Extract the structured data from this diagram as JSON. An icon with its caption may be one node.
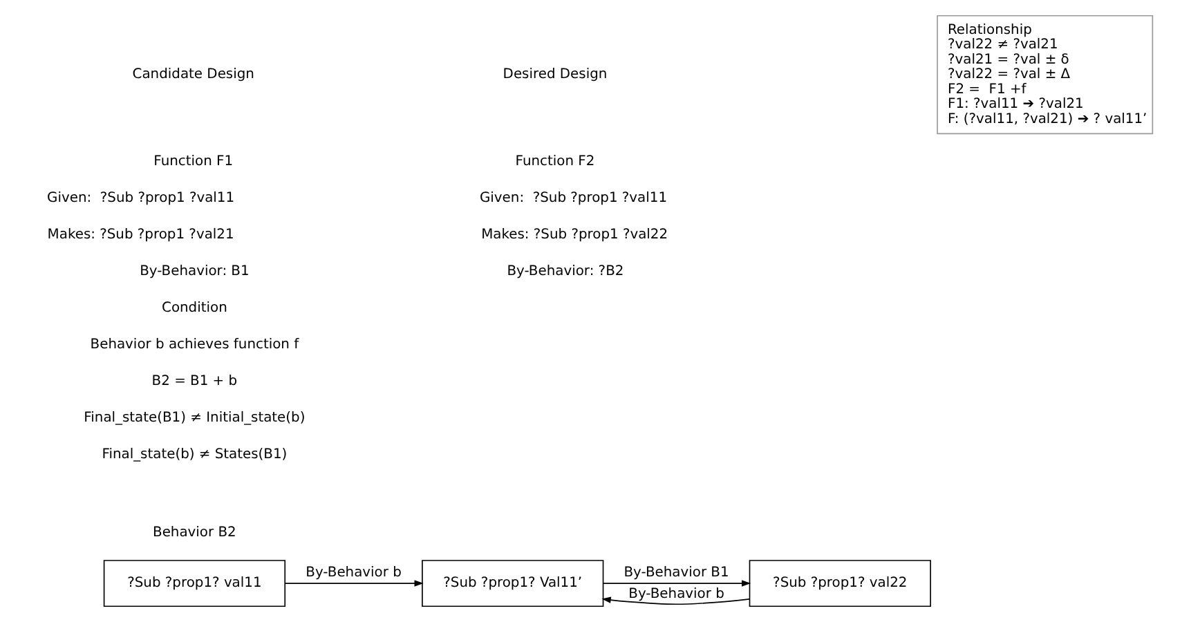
{
  "diagram": {
    "nodes": [
      {
        "text": [
          "Relationship",
          "?val22 ≠ ?val21",
          "?val21 = ?val ± δ",
          "?val22 = ?val ± Δ",
          "F2 =  F1 +f",
          "F1: ?val11 ➔ ?val21",
          "F: (?val11, ?val21) ➔ ? val11’"
        ]
      },
      {
        "text": [
          "?Sub ?prop1? val11"
        ]
      },
      {
        "text": [
          "?Sub ?prop1? Val11’"
        ]
      },
      {
        "text": [
          "?Sub ?prop1? val22"
        ]
      }
    ],
    "edges": [
      {
        "from": 1,
        "to": 2,
        "arrow": "to",
        "label": "By-Behavior b"
      },
      {
        "from": 2,
        "to": 3,
        "arrow": "to",
        "label": "By-Behavior B1"
      },
      {
        "from": 3,
        "to": 2,
        "arrow": "to",
        "label": "By-Behavior b"
      }
    ],
    "labels": [
      "Candidate Design",
      "Function F1",
      "Given:  ?Sub ?prop1 ?val11",
      "Makes: ?Sub ?prop1 ?val21",
      "By-Behavior: B1",
      "Desired Design",
      "Function F2",
      "Given:  ?Sub ?prop1 ?val11",
      "Makes: ?Sub ?prop1 ?val22",
      "By-Behavior: ?B2",
      "Condition",
      "Behavior b achieves function f",
      "B2 = B1 + b",
      "Final_state(B1) ≠ Initial_state(b)",
      "Final_state(b) ≠ States(B1)",
      "Behavior B2"
    ]
  }
}
